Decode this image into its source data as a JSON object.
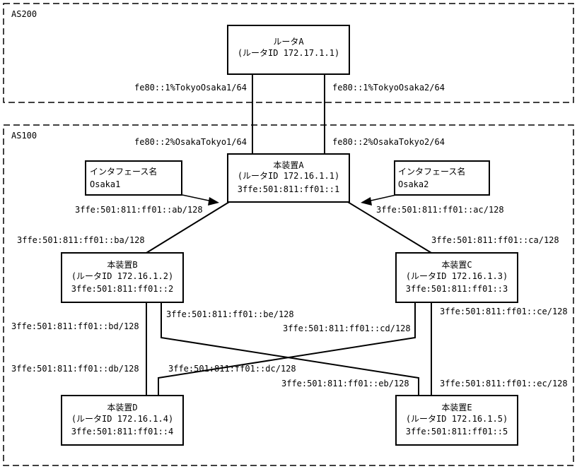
{
  "as_domains": [
    {
      "label": "AS200"
    },
    {
      "label": "AS100"
    }
  ],
  "nodes": {
    "router_a": {
      "line1": "ルータA",
      "line2": "(ルータID 172.17.1.1)"
    },
    "device_a": {
      "line1": "本装置A",
      "line2": "(ルータID 172.16.1.1)",
      "line3": "3ffe:501:811:ff01::1"
    },
    "device_b": {
      "line1": "本装置B",
      "line2": "(ルータID 172.16.1.2)",
      "line3": "3ffe:501:811:ff01::2"
    },
    "device_c": {
      "line1": "本装置C",
      "line2": "(ルータID 172.16.1.3)",
      "line3": "3ffe:501:811:ff01::3"
    },
    "device_d": {
      "line1": "本装置D",
      "line2": "(ルータID 172.16.1.4)",
      "line3": "3ffe:501:811:ff01::4"
    },
    "device_e": {
      "line1": "本装置E",
      "line2": "(ルータID 172.16.1.5)",
      "line3": "3ffe:501:811:ff01::5"
    }
  },
  "interface_notes": {
    "left": {
      "line1": "インタフェース名",
      "line2": "Osaka1"
    },
    "right": {
      "line1": "インタフェース名",
      "line2": "Osaka2"
    }
  },
  "addresses": {
    "ra_left": "fe80::1%TokyoOsaka1/64",
    "ra_right": "fe80::1%TokyoOsaka2/64",
    "da_left": "fe80::2%OsakaTokyo1/64",
    "da_right": "fe80::2%OsakaTokyo2/64",
    "ab": "3ffe:501:811:ff01::ab/128",
    "ac": "3ffe:501:811:ff01::ac/128",
    "ba": "3ffe:501:811:ff01::ba/128",
    "ca": "3ffe:501:811:ff01::ca/128",
    "bd": "3ffe:501:811:ff01::bd/128",
    "be": "3ffe:501:811:ff01::be/128",
    "cd": "3ffe:501:811:ff01::cd/128",
    "ce": "3ffe:501:811:ff01::ce/128",
    "db": "3ffe:501:811:ff01::db/128",
    "dc": "3ffe:501:811:ff01::dc/128",
    "eb": "3ffe:501:811:ff01::eb/128",
    "ec": "3ffe:501:811:ff01::ec/128"
  }
}
